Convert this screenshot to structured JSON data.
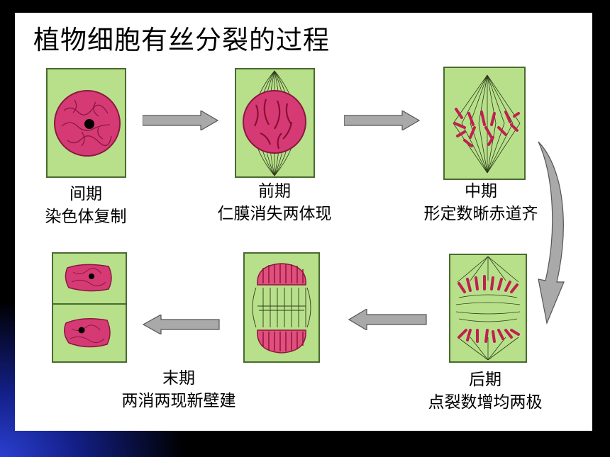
{
  "title": "植物细胞有丝分裂的过程",
  "stages": [
    {
      "name": "间期",
      "desc": "染色体复制"
    },
    {
      "name": "前期",
      "desc": "仁膜消失两体现"
    },
    {
      "name": "中期",
      "desc": "形定数晰赤道齐"
    },
    {
      "name": "后期",
      "desc": "点裂数增均两极"
    },
    {
      "name": "末期",
      "desc": "两消两现新壁建"
    }
  ],
  "colors": {
    "cell_fill": "#b8e08a",
    "cell_border": "#4a6a30",
    "nucleus": "#d63a74",
    "chromosome": "#b02048",
    "arrow": "#a9a9a9",
    "frame_glow": "#2a3fd0"
  }
}
